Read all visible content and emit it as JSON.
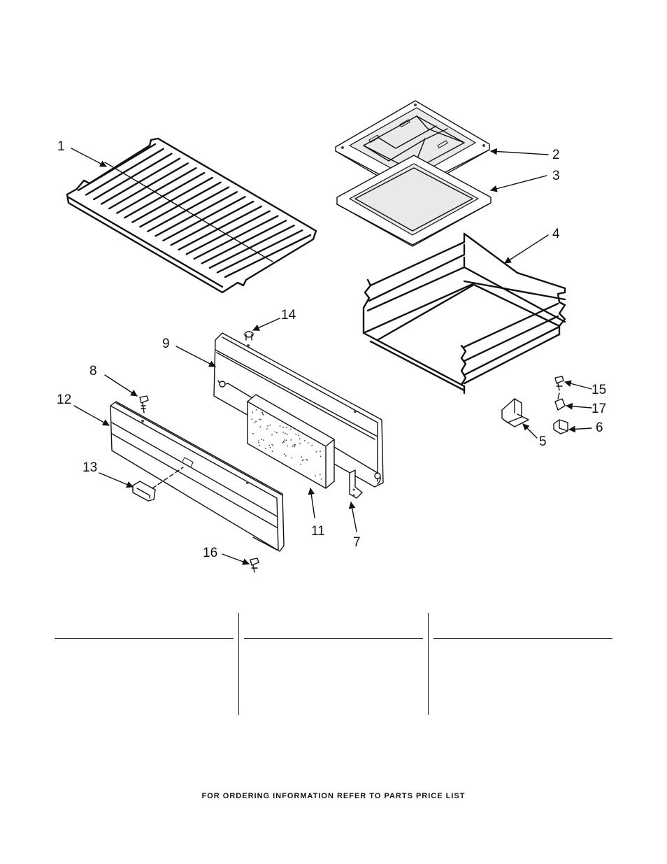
{
  "diagram": {
    "callouts": {
      "c1": "1",
      "c2": "2",
      "c3": "3",
      "c4": "4",
      "c5": "5",
      "c6": "6",
      "c7": "7",
      "c8": "8",
      "c9": "9",
      "c11": "11",
      "c12": "12",
      "c13": "13",
      "c14": "14",
      "c15": "15",
      "c16": "16",
      "c17": "17"
    }
  },
  "footer": {
    "text": "FOR ORDERING INFORMATION REFER TO PARTS PRICE LIST"
  }
}
